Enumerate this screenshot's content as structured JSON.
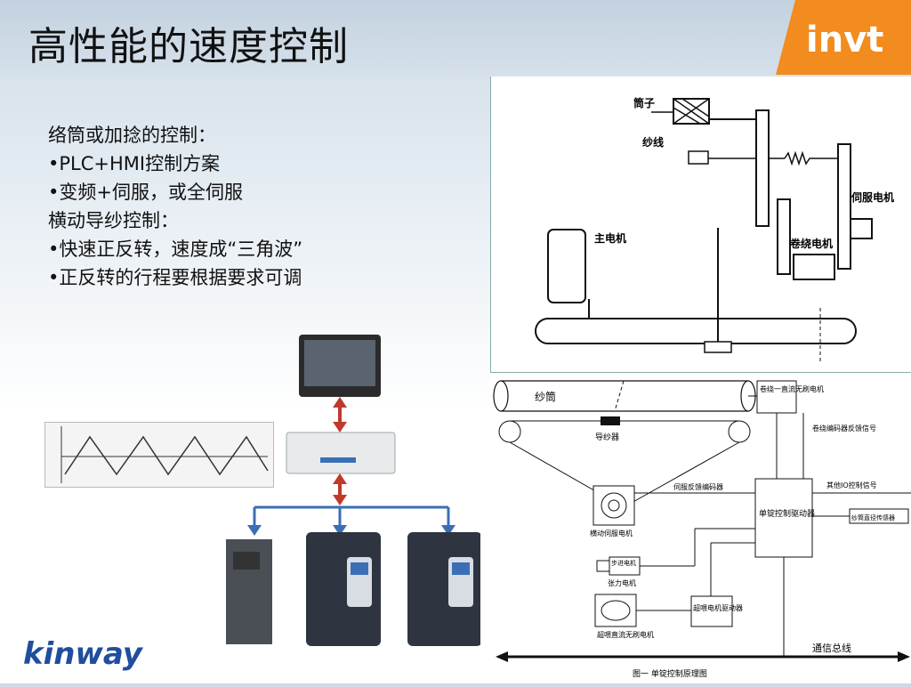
{
  "title": "高性能的速度控制",
  "brand_logo": "invt",
  "bullets": [
    "络筒或加捻的控制：",
    "•PLC+HMI控制方案",
    "•变频+伺服，或全伺服",
    "横动导纱控制：",
    "•快速正反转，速度成“三角波”",
    "•正反转的行程要根据要求可调"
  ],
  "top_diagram": {
    "labels": {
      "tube": "筒子",
      "yarn": "纱线",
      "main_motor": "主电机",
      "servo_motor": "伺服电机",
      "winding_motor": "卷绕电机"
    }
  },
  "bottom_diagram": {
    "labels": {
      "yarn_tube": "纱筒",
      "yarn_guide": "导纱器",
      "winding_motor": "卷绕一直流无刷电机",
      "encoder_feedback": "卷绕编码器反馈信号",
      "servo_encoder": "伺服反馈编码器",
      "traverse_servo": "横动伺服电机",
      "spindle_driver": "单锭控制驱动器",
      "other_io": "其他IO控制信号",
      "diameter_sensor": "纱筒直径传感器",
      "stepper": "步进电机",
      "tension_motor": "张力电机",
      "ultrasonic_driver": "超喂电机驱动器",
      "ultrasonic_motor": "超喂直流无刷电机",
      "bus": "通信总线",
      "caption": "图一  单锭控制原理图"
    }
  },
  "bottom_logo": "kinway",
  "colors": {
    "accent_orange": "#f28c1e",
    "arrow_red": "#c0392b",
    "arrow_blue": "#3a6fb5"
  }
}
